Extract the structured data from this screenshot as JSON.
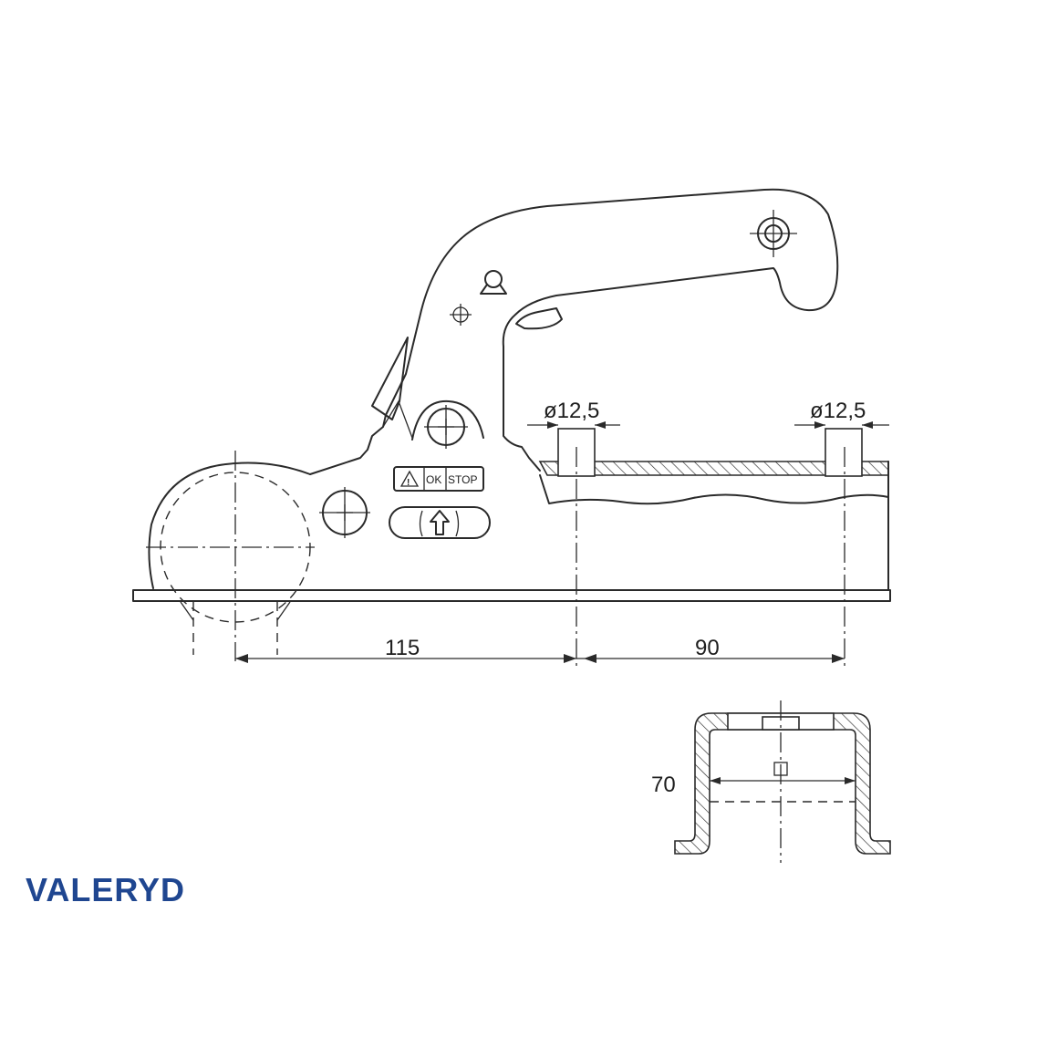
{
  "brand": {
    "name": "VALERYD",
    "color": "#1f4690"
  },
  "dimensions": {
    "hole_left": "ø12,5",
    "hole_right": "ø12,5",
    "length_ball_to_hole": "115",
    "hole_spacing": "90",
    "profile_height": "70"
  },
  "labels": {
    "warning_symbol": "!",
    "ok": "OK",
    "stop": "STOP"
  }
}
